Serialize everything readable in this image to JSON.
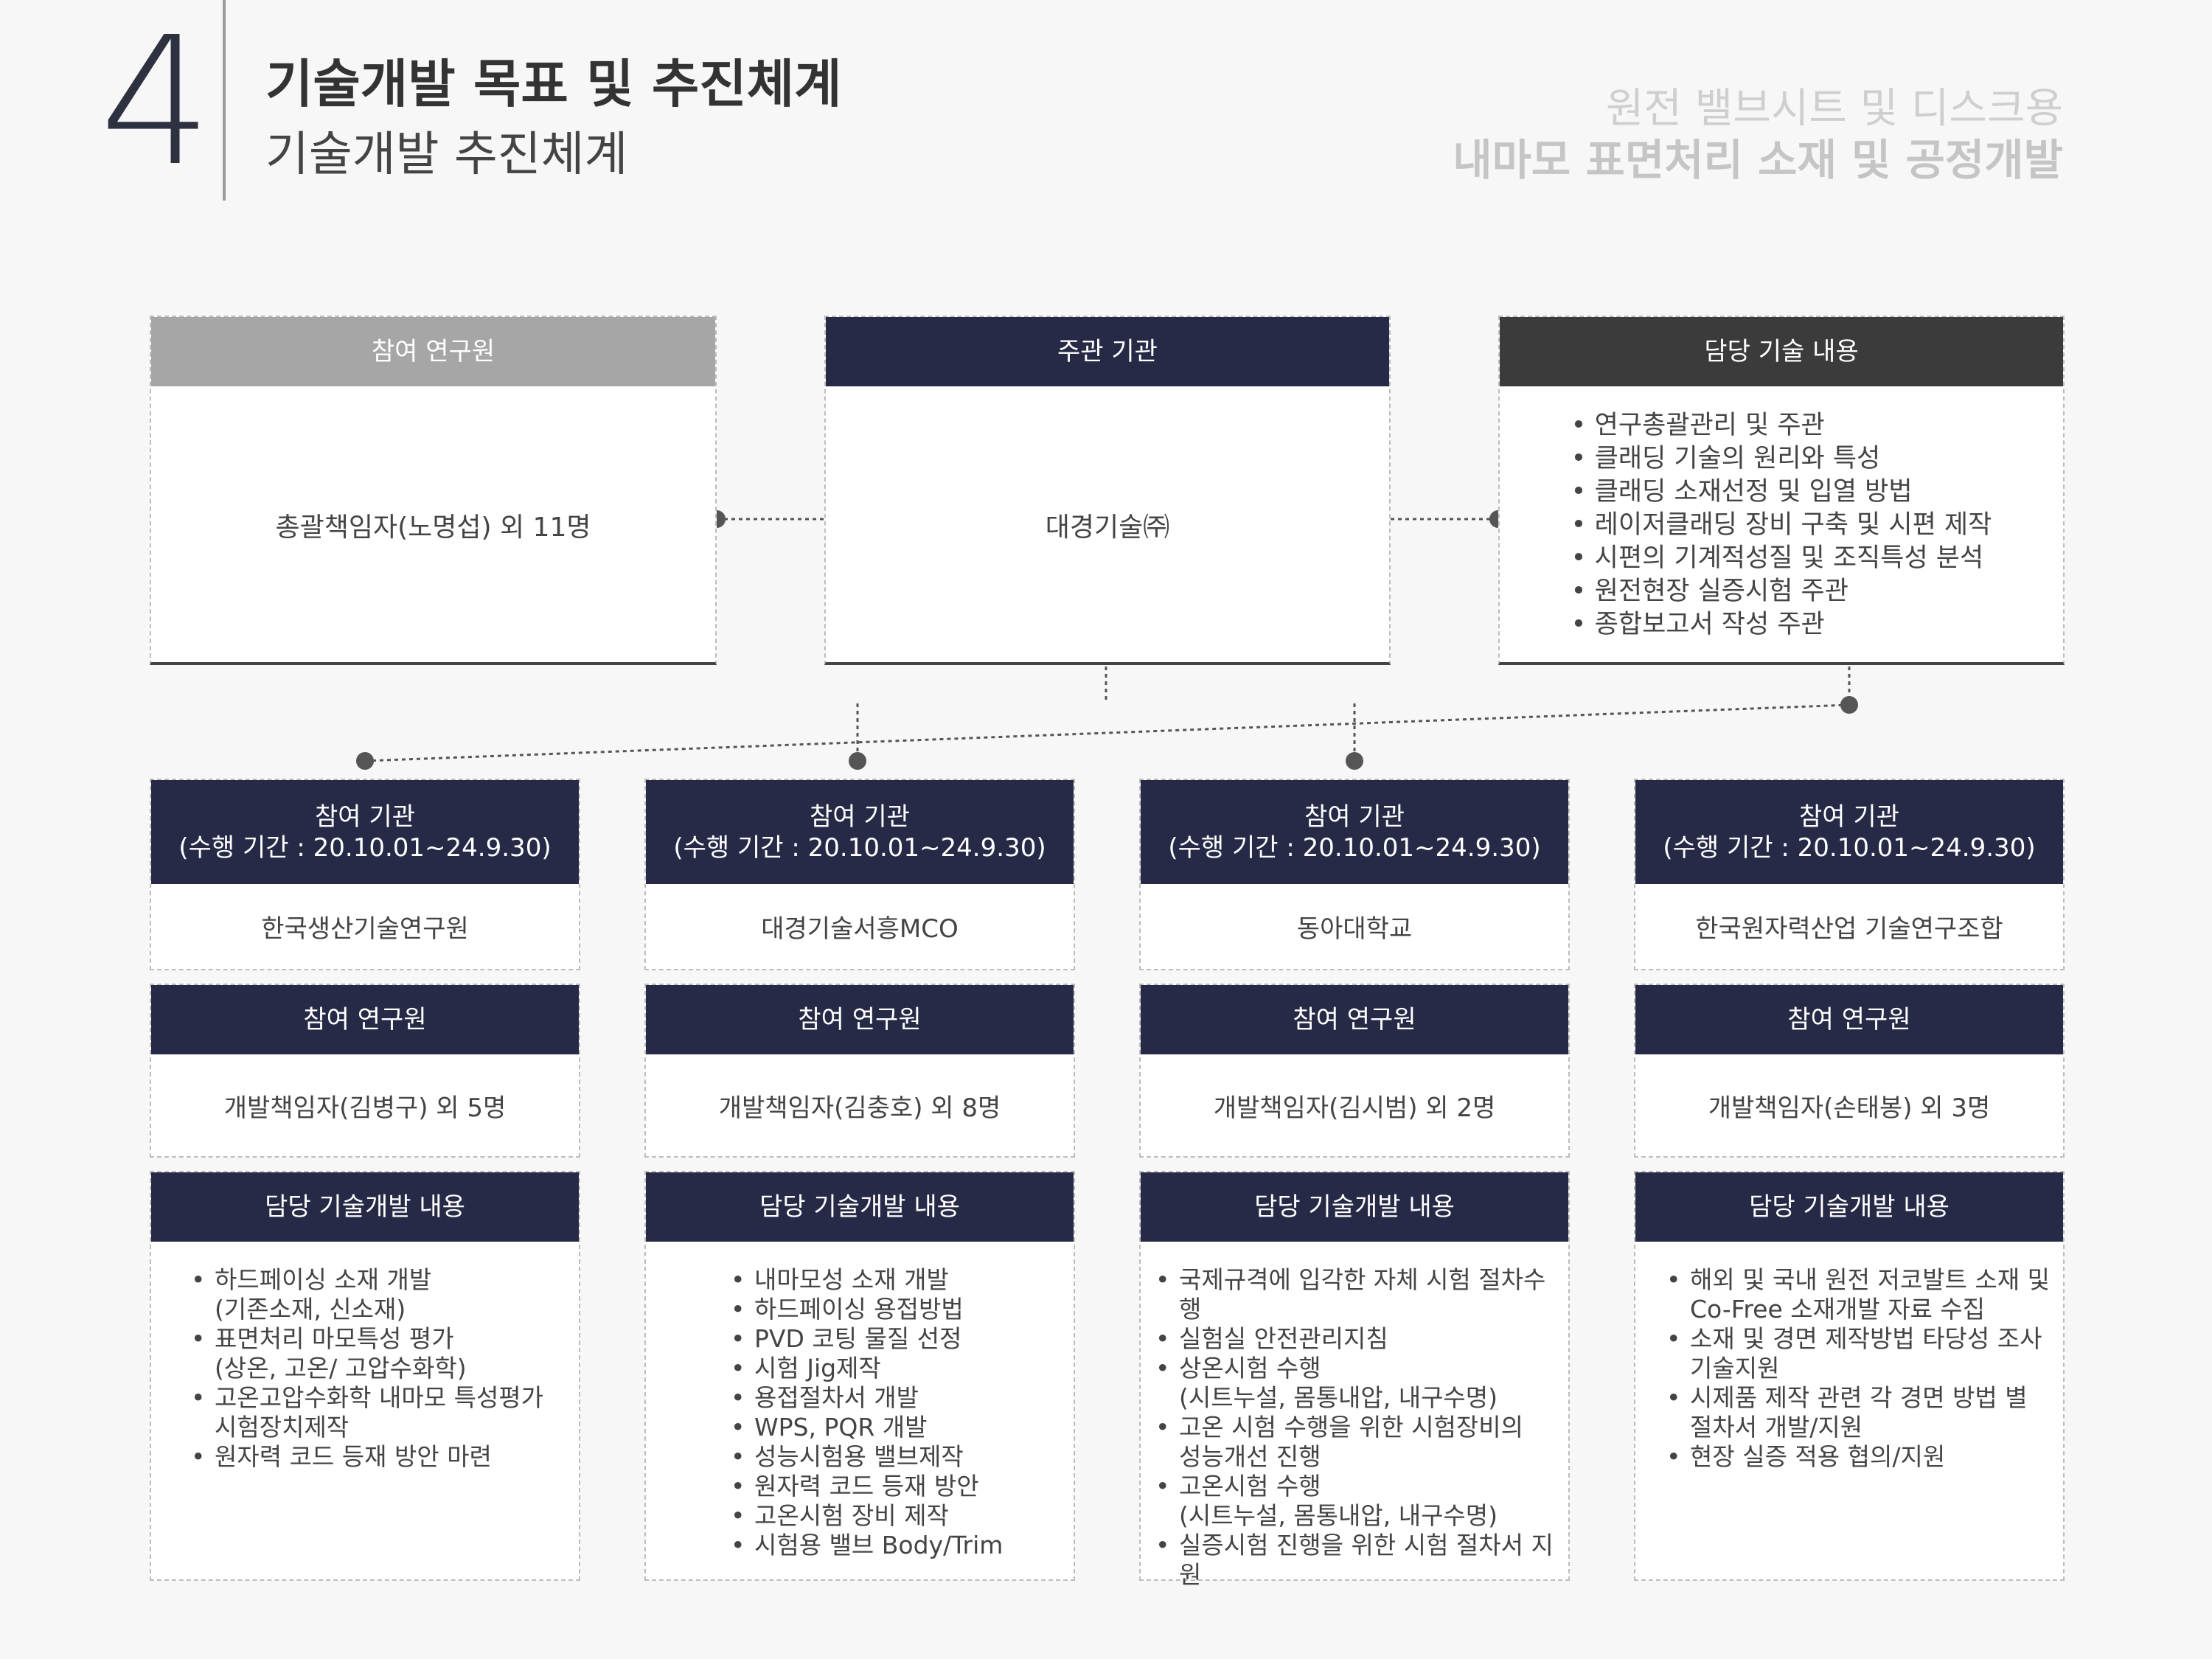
{
  "header": {
    "section_number": "4",
    "title": "기술개발 목표 및 추진체계",
    "subtitle": "기술개발 추진체계",
    "project_line1": "원전 밸브시트 및 디스크용",
    "project_line2": "내마모 표면처리 소재 및 공정개발"
  },
  "top": {
    "researchers": {
      "header": "참여 연구원",
      "body": "총괄책임자(노명섭) 외 11명"
    },
    "lead": {
      "header": "주관 기관",
      "body": "대경기술㈜"
    },
    "tech": {
      "header": "담당 기술 내용",
      "items": [
        "연구총괄관리 및 주관",
        "클래딩 기술의 원리와 특성",
        "클래딩 소재선정 및 입열 방법",
        "레이저클래딩 장비 구축 및 시편 제작",
        "시편의 기계적성질 및 조직특성 분석",
        "원전현장 실증시험 주관",
        "종합보고서 작성 주관"
      ]
    }
  },
  "orgs": [
    {
      "header_line1": "참여 기관",
      "header_line2": "(수행 기간 : 20.10.01~24.9.30)",
      "name": "한국생산기술연구원",
      "researcher_header": "참여 연구원",
      "researchers": "개발책임자(김병구) 외 5명",
      "tasks_header": "담당 기술개발 내용",
      "tasks": [
        "하드페이싱 소재 개발\n(기존소재, 신소재)",
        "표면처리 마모특성 평가\n(상온, 고온/ 고압수화학)",
        "고온고압수화학 내마모 특성평가\n시험장치제작",
        "원자력 코드 등재 방안 마련"
      ]
    },
    {
      "header_line1": "참여 기관",
      "header_line2": "(수행 기간 : 20.10.01~24.9.30)",
      "name": "대경기술서흥MCO",
      "researcher_header": "참여 연구원",
      "researchers": "개발책임자(김충호) 외 8명",
      "tasks_header": "담당 기술개발 내용",
      "tasks": [
        "내마모성 소재 개발",
        "하드페이싱 용접방법",
        "PVD 코팅 물질 선정",
        "시험 Jig제작",
        "용접절차서 개발",
        "WPS, PQR 개발",
        "성능시험용 밸브제작",
        "원자력 코드 등재 방안",
        "고온시험 장비 제작",
        "시험용 밸브 Body/Trim"
      ]
    },
    {
      "header_line1": "참여 기관",
      "header_line2": "(수행 기간 : 20.10.01~24.9.30)",
      "name": "동아대학교",
      "researcher_header": "참여 연구원",
      "researchers": "개발책임자(김시범) 외 2명",
      "tasks_header": "담당 기술개발 내용",
      "tasks": [
        "국제규격에 입각한 자체 시험 절차수행",
        "실험실 안전관리지침",
        "상온시험 수행\n(시트누설, 몸통내압, 내구수명)",
        "고온 시험 수행을 위한 시험장비의\n성능개선 진행",
        "고온시험 수행\n(시트누설, 몸통내압, 내구수명)",
        "실증시험 진행을 위한 시험 절차서 지원"
      ]
    },
    {
      "header_line1": "참여 기관",
      "header_line2": "(수행 기간 : 20.10.01~24.9.30)",
      "name": "한국원자력산업 기술연구조합",
      "researcher_header": "참여 연구원",
      "researchers": "개발책임자(손태봉) 외 3명",
      "tasks_header": "담당 기술개발 내용",
      "tasks": [
        "해외 및 국내 원전 저코발트 소재 및\nCo-Free 소재개발 자료 수집",
        "소재 및 경면 제작방법 타당성 조사\n기술지원",
        "시제품 제작 관련 각 경면 방법 별\n절차서 개발/지원",
        "현장 실증 적용 협의/지원"
      ]
    }
  ],
  "colors": {
    "navy": "#272a47",
    "gray_header": "#a6a6a6",
    "dark_header": "#3b3b3b"
  }
}
